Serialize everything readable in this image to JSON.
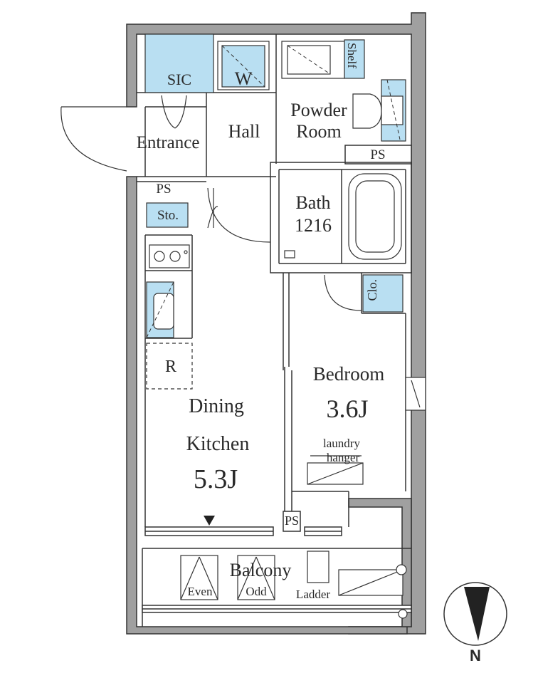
{
  "rooms": {
    "sic": "SIC",
    "w": "W",
    "shelf": "Shelf",
    "entrance": "Entrance",
    "hall": "Hall",
    "powder_room_line1": "Powder",
    "powder_room_line2": "Room",
    "ps_top_right": "PS",
    "ps_left": "PS",
    "sto": "Sto.",
    "bath": "Bath",
    "bath_size": "1216",
    "clo": "Clo.",
    "r": "R",
    "bedroom": "Bedroom",
    "bedroom_size": "3.6J",
    "laundry_line1": "laundry",
    "laundry_line2": "hanger",
    "dining": "Dining",
    "kitchen": "Kitchen",
    "dk_size": "5.3J",
    "ps_bottom": "PS",
    "balcony": "Balcony",
    "even": "Even",
    "odd": "Odd",
    "ladder": "Ladder"
  },
  "compass": {
    "north_label": "N"
  },
  "colors": {
    "wall": "#9a9a9a",
    "fixture_fill": "#b9dff2",
    "line": "#333333"
  }
}
